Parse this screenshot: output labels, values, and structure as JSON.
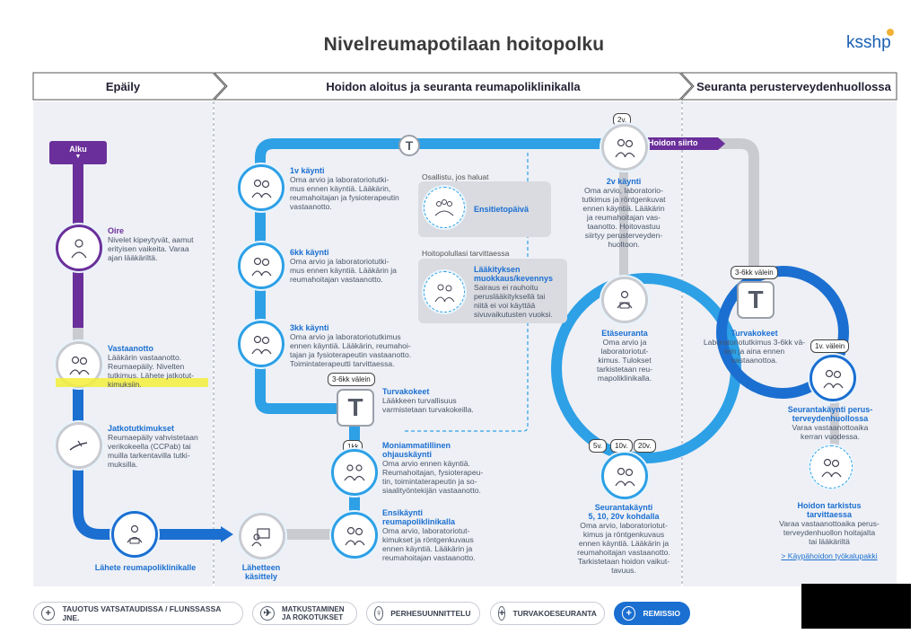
{
  "header": {
    "title": "Nivelreumapotilaan hoitopolku",
    "logo": "ksshp"
  },
  "phases": [
    {
      "label": "Epäily"
    },
    {
      "label": "Hoidon aloitus ja seuranta reumapoliklinikalla"
    },
    {
      "label": "Seuranta perusterveydenhuollossa"
    }
  ],
  "start_label": "Alku",
  "handover_label": "Hoidon siirto",
  "colors": {
    "purple": "#6a2f9a",
    "blue": "#1b6fd1",
    "light_blue": "#2da0e6",
    "gray": "#c9cbd1"
  },
  "steps": {
    "oire": {
      "title": "Oire",
      "text": [
        "Nivelet kipeytyvät, aamut",
        "erityisen vaikeita. Varaa",
        "ajan lääkäriltä."
      ]
    },
    "vastaanotto": {
      "title": "Vastaanotto",
      "text": [
        "Lääkärin vastaanotto.",
        "Reumaepäily. Nivelten",
        "tutkimus. Lähete jatkotut-",
        "kimuksiin."
      ]
    },
    "jatkotutkimukset": {
      "title": "Jatkotutkimukset",
      "text": [
        "Reumaepäily vahvistetaan",
        "verikokeella (CCPab) tai",
        "muilla tarkentavilla tutki-",
        "muksilla."
      ]
    },
    "lahete": {
      "title": "Lähete reumapoliklinikalle"
    },
    "lahetteen": {
      "title": [
        "Lähetteen",
        "käsittely"
      ]
    },
    "ensikaynti": {
      "title": [
        "Ensikäynti",
        "reumapoliklinikalla"
      ],
      "text": [
        "Oma arvio, laboratoriotut-",
        "kimukset ja röntgenkuvaus",
        "ennen käyntiä. Lääkärin ja",
        "reumahoitajan vastaanotto."
      ]
    },
    "moniammatillinen": {
      "title": [
        "Moniammatillinen",
        "ohjauskäynti"
      ],
      "text": [
        "Oma arvio ennen käyntiä.",
        "Reumahoitajan, fysioterapeu-",
        "tin, toimintaterapeutin ja so-",
        "siaalityöntekijän vastaanotto."
      ]
    },
    "turvakokeet1": {
      "title": "Turvakokeet",
      "text": [
        "Lääkkeen turvallisuus",
        "varmistetaan turvakokeilla."
      ]
    },
    "kaynti3kk": {
      "title": "3kk käynti",
      "text": [
        "Oma arvio ja laboratoriotutkimus",
        "ennen käyntiä. Lääkärin, reumahoi-",
        "tajan ja fysioterapeutin vastaanotto.",
        "Toimintaterapeutti tarvittaessa."
      ]
    },
    "kaynti6kk": {
      "title": "6kk käynti",
      "text": [
        "Oma arvio ja laboratoriotutki-",
        "mus ennen käyntiä. Lääkärin ja",
        "reumahoitajan vastaanotto."
      ]
    },
    "kaynti1v": {
      "title": "1v käynti",
      "text": [
        "Oma arvio ja laboratoriotutki-",
        "mus ennen käyntiä. Lääkärin,",
        "reumahoitajan ja fysioterapeutin",
        "vastaanotto."
      ]
    },
    "kaynti2v": {
      "title": "2v käynti",
      "text": [
        "Oma arvio, laboratorio-",
        "tutkimus ja röntgenkuvat",
        "ennen käyntiä. Lääkärin",
        "ja reumahoitajan vas-",
        "taanotto. Hoitovastuu",
        "siirtyy perusterveyden-",
        "huoltoon."
      ]
    },
    "etaseuranta": {
      "title": "Etäseuranta",
      "text": [
        "Oma arvio ja",
        "laboratoriotut-",
        "kimus. Tulokset",
        "tarkistetaan reu-",
        "mapoliklinikalla."
      ]
    },
    "seurantakaynti": {
      "title": [
        "Seurantakäynti",
        "5, 10, 20v kohdalla"
      ],
      "text": [
        "Oma arvio, laboratoriotut-",
        "kimus ja röntgenkuvaus",
        "ennen käyntiä. Lääkärin ja",
        "reumahoitajan vastaanotto.",
        "Tarkistetaan hoidon vaikut-",
        "tavuus."
      ]
    },
    "turvakokeet2": {
      "title": "Turvakokeet",
      "text": [
        "Laboratoriotutkimus 3-6kk vä-",
        "lein ja aina ennen vastaanottoa."
      ]
    },
    "seurantakaynti_pth": {
      "title": [
        "Seurantakäynti perus-",
        "terveydenhuollossa"
      ],
      "text": [
        "Varaa vastaanottoaika",
        "kerran vuodessa."
      ]
    },
    "hoidon_tarkistus": {
      "title": [
        "Hoidon tarkistus",
        "tarvittaessa"
      ],
      "text": [
        "Varaa vastaanottoaika perus-",
        "terveydenhuollon hoitajalta",
        "tai lääkäriltä"
      ],
      "link": "> Käypähoidon työkalupakki"
    }
  },
  "optional": {
    "osallistu_label": "Osallistu, jos haluat",
    "ensitietopaiva": "Ensitietopäivä",
    "hoitopolullasi_label": "Hoitopolullasi tarvittaessa",
    "laakitys_title": [
      "Lääkityksen",
      "muokkaus/kevennys"
    ],
    "laakitys_text": [
      "Sairaus ei rauhoitu",
      "peruslääkityksellä tai",
      "niitä ei voi käyttää",
      "sivuvaikutusten vuoksi."
    ]
  },
  "tags": {
    "t_2v": "2v.",
    "t_3_6kk_a": "3-6kk välein",
    "t_1kk": "1kk",
    "t_3_6kk_b": "3-6kk välein",
    "t_1v": "1v. välein",
    "t_5v": "5v.",
    "t_10v": "10v.",
    "t_20v": "20v."
  },
  "bottom_buttons": [
    {
      "label": "TAUOTUS VATSATAUDISSA / FLUNSSASSA JNE.",
      "active": false
    },
    {
      "label": [
        "MATKUSTAMINEN",
        "JA ROKOTUKSET"
      ],
      "active": false
    },
    {
      "label": "PERHESUUNNITTELU",
      "active": false
    },
    {
      "label": "TURVAKOESEURANTA",
      "active": false
    },
    {
      "label": "REMISSIO",
      "active": true
    }
  ]
}
